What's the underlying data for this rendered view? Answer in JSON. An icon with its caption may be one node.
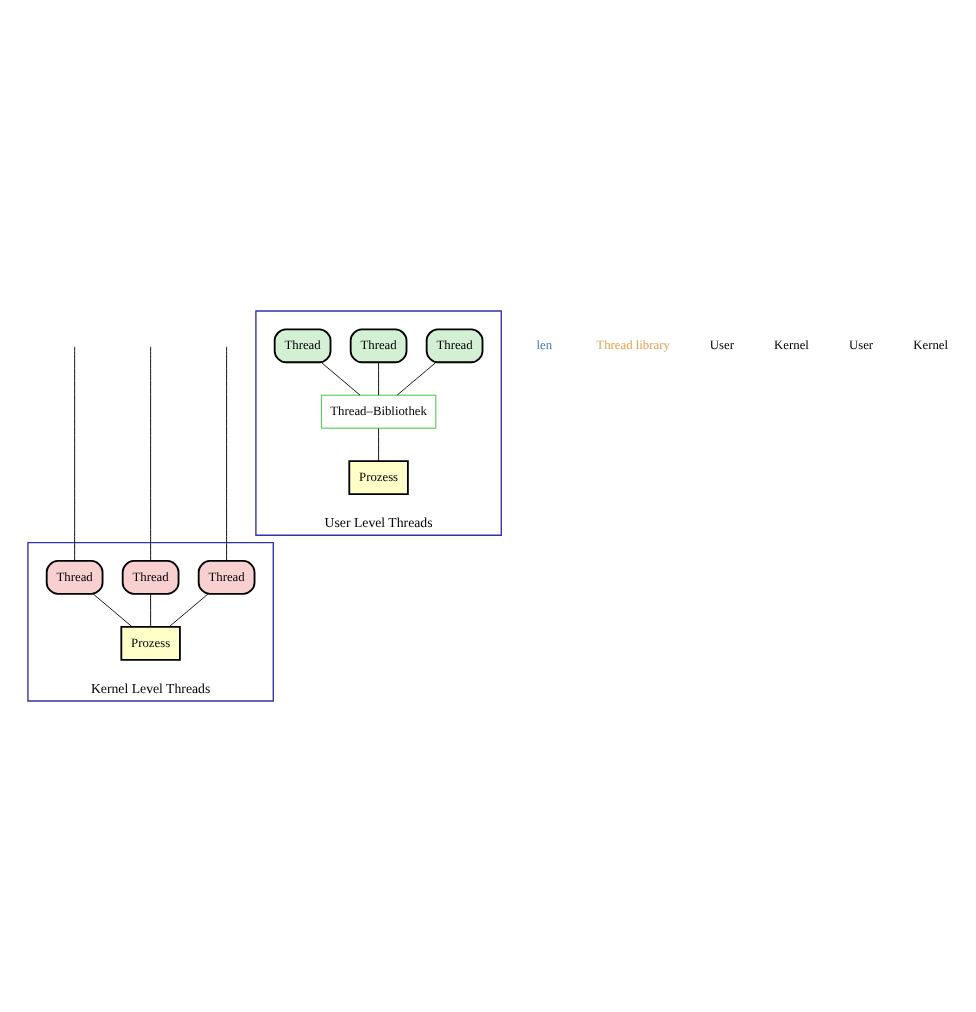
{
  "diagram": {
    "nodes": [
      {
        "text": [
          "Kernel Level Threads"
        ]
      },
      {
        "text": [
          "Thread"
        ],
        "in": 0
      },
      {
        "text": [
          "Thread"
        ],
        "in": 0
      },
      {
        "text": [
          "Thread"
        ],
        "in": 0
      },
      {
        "text": [
          "Prozess"
        ],
        "in": 0
      },
      {
        "text": [
          "User Level Threads"
        ]
      },
      {
        "text": [
          "Thread"
        ],
        "in": 5
      },
      {
        "text": [
          "Thread"
        ],
        "in": 5
      },
      {
        "text": [
          "Thread"
        ],
        "in": 5
      },
      {
        "text": [
          "Thread–Bibliothek"
        ],
        "in": 5
      },
      {
        "text": [
          "Prozess"
        ],
        "in": 5
      }
    ],
    "edges": [
      {
        "from": null,
        "to": 1,
        "arrow": "none"
      },
      {
        "from": null,
        "to": 2,
        "arrow": "none"
      },
      {
        "from": null,
        "to": 3,
        "arrow": "none"
      },
      {
        "from": 1,
        "to": 4,
        "arrow": "none"
      },
      {
        "from": 2,
        "to": 4,
        "arrow": "none"
      },
      {
        "from": 3,
        "to": 4,
        "arrow": "none"
      },
      {
        "from": 6,
        "to": 9,
        "arrow": "none"
      },
      {
        "from": 7,
        "to": 9,
        "arrow": "none"
      },
      {
        "from": 8,
        "to": 9,
        "arrow": "none"
      },
      {
        "from": 9,
        "to": 10,
        "arrow": "none"
      }
    ],
    "labels": [
      "len",
      "Thread library",
      "User",
      "Kernel",
      "User",
      "Kernel"
    ]
  }
}
